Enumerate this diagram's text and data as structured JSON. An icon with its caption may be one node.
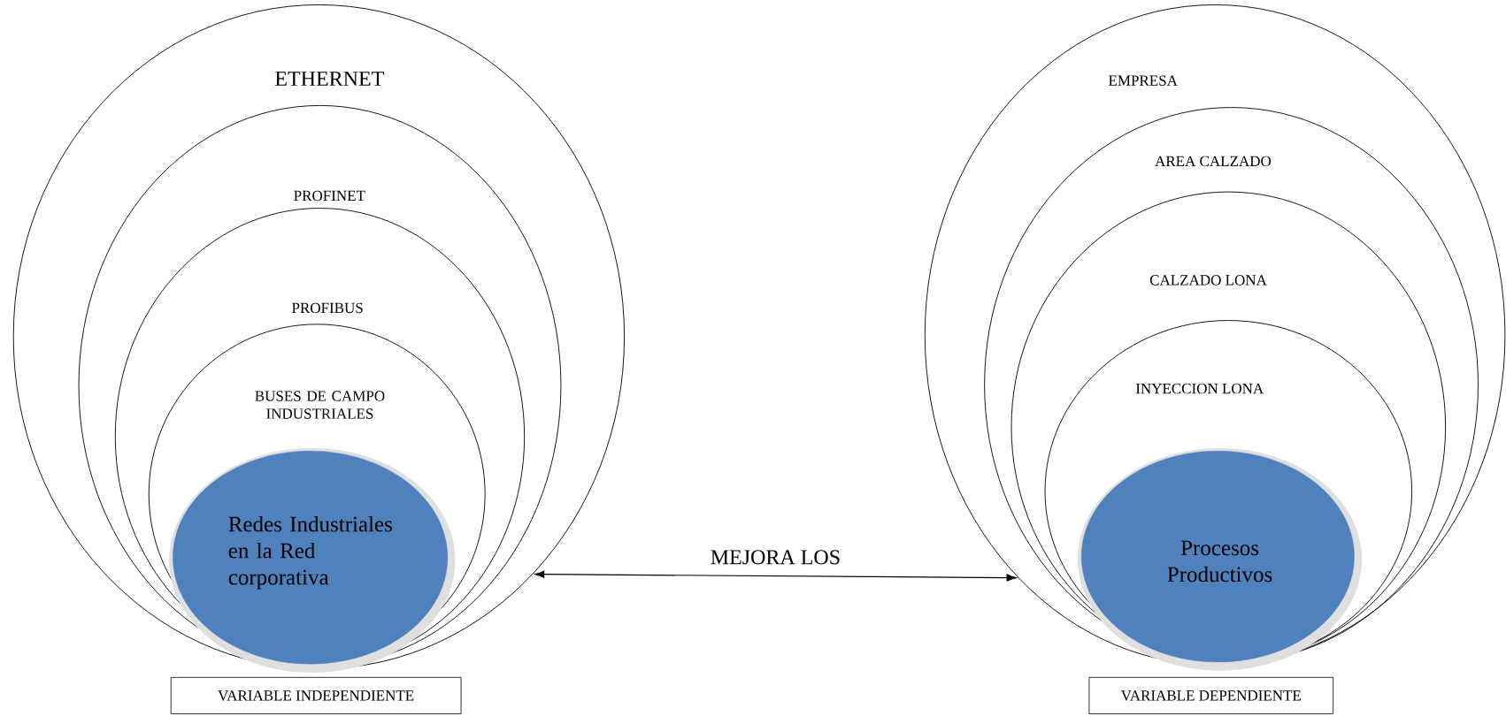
{
  "diagram": {
    "nodes": [
      {
        "text": [
          "ETHERNET"
        ]
      },
      {
        "text": [
          "PROFINET"
        ],
        "in": 0
      },
      {
        "text": [
          "PROFIBUS"
        ],
        "in": 1
      },
      {
        "text": [
          "BUSES DE CAMPO INDUSTRIALES"
        ],
        "in": 2
      },
      {
        "text": [
          "Redes Industriales en la Red corporativa"
        ],
        "in": 3
      },
      {
        "text": [
          "EMPRESA"
        ]
      },
      {
        "text": [
          "AREA CALZADO"
        ],
        "in": 5
      },
      {
        "text": [
          "CALZADO LONA"
        ],
        "in": 6
      },
      {
        "text": [
          "INYECCION LONA"
        ],
        "in": 7
      },
      {
        "text": [
          "Procesos Productivos"
        ],
        "in": 8
      },
      {
        "text": [
          "VARIABLE INDEPENDIENTE"
        ]
      },
      {
        "text": [
          "VARIABLE DEPENDIENTE"
        ]
      }
    ],
    "edges": [
      {
        "from": 0,
        "to": 5,
        "arrow": "both",
        "label": "MEJORA LOS"
      }
    ]
  }
}
